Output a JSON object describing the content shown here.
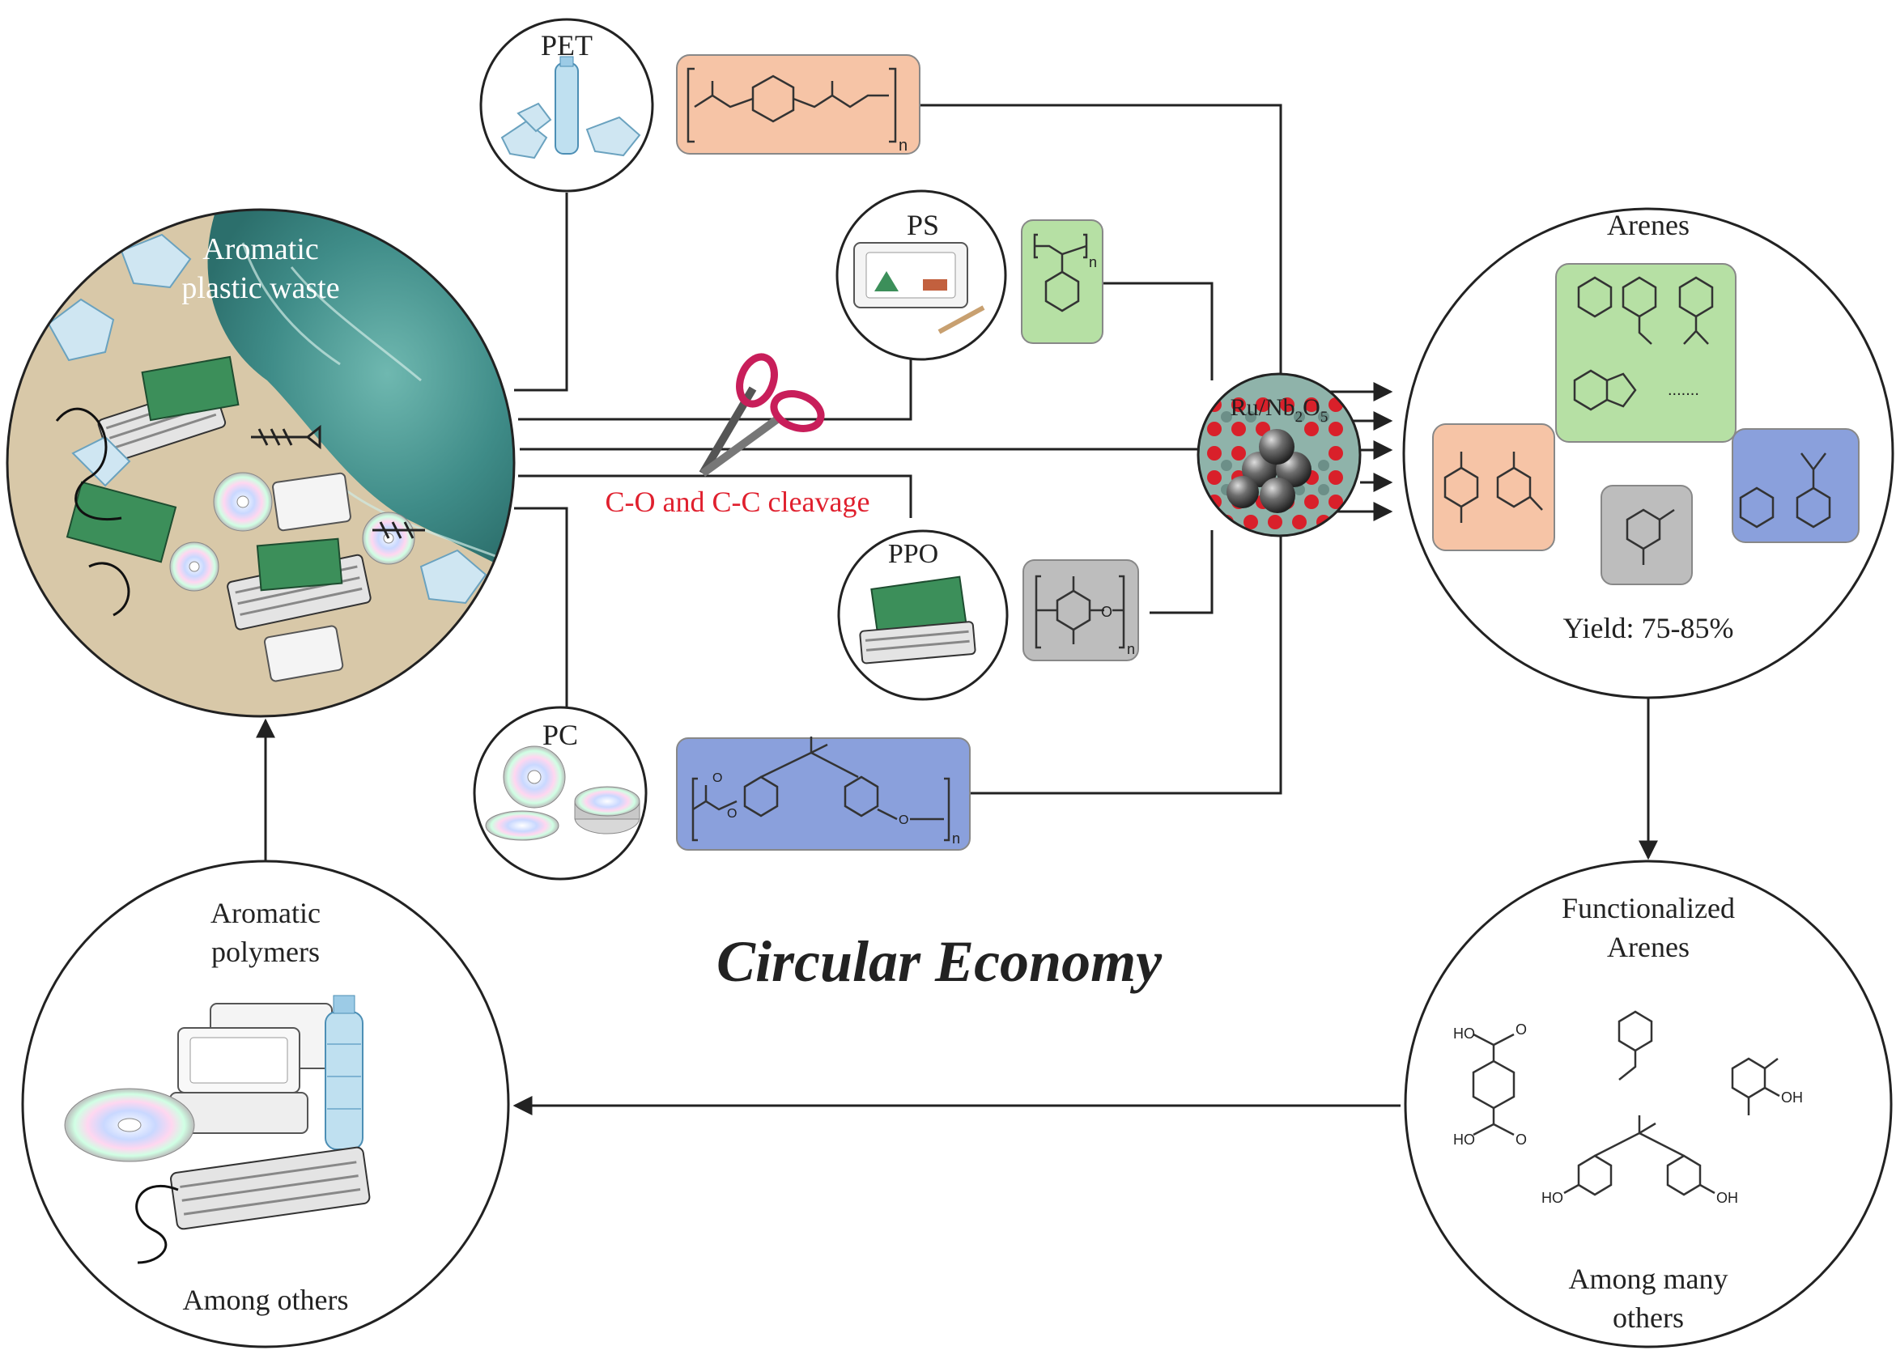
{
  "colors": {
    "pet_box": "#f6c4a6",
    "ps_box": "#b6e0a4",
    "ppo_box": "#bdbdbd",
    "pc_box": "#8aa0dc",
    "cleavage_text": "#e0202e",
    "arenes_green": "#b6e0a4",
    "arenes_orange": "#f6c4a6",
    "arenes_gray": "#bdbdbd",
    "arenes_blue": "#8aa0dc",
    "sea": "#4f9a94",
    "sand": "#d8c8a8"
  },
  "waste": {
    "label_line1": "Aromatic",
    "label_line2": "plastic waste"
  },
  "polymers": {
    "pet": {
      "label": "PET",
      "repeat_subscript": "n"
    },
    "ps": {
      "label": "PS",
      "repeat_subscript": "n"
    },
    "ppo": {
      "label": "PPO",
      "repeat_subscript": "n"
    },
    "pc": {
      "label": "PC",
      "repeat_subscript": "n"
    }
  },
  "cleavage": {
    "label": "C-O and C-C cleavage",
    "icon": "scissors-icon"
  },
  "catalyst": {
    "label_ru": "Ru/Nb",
    "sub1": "2",
    "label_o": "O",
    "sub2": "5"
  },
  "arenes": {
    "title": "Arenes",
    "ellipsis": ".......",
    "yield": "Yield: 75-85%"
  },
  "functionalized": {
    "title_line1": "Functionalized",
    "title_line2": "Arenes",
    "footer_line1": "Among many",
    "footer_line2": "others",
    "chem_labels": {
      "ho": "HO",
      "oh": "OH",
      "o": "O"
    }
  },
  "aromatic_polymers": {
    "title_line1": "Aromatic",
    "title_line2": "polymers",
    "footer": "Among others"
  },
  "center_title": "Circular Economy"
}
